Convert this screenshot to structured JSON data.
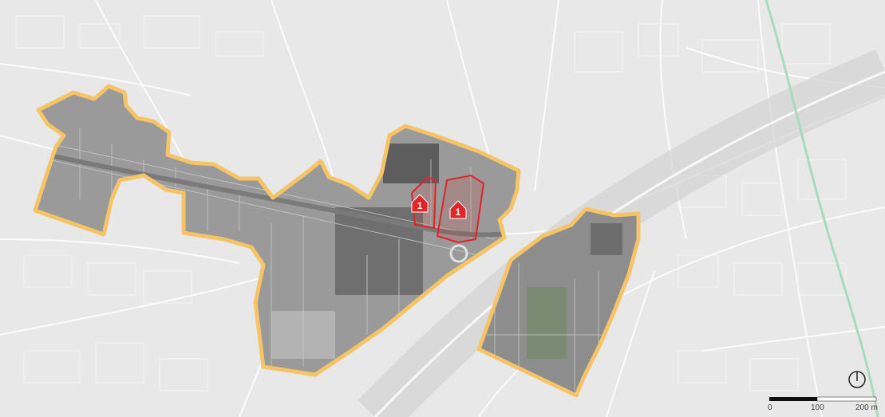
{
  "colors": {
    "background": "#e9e9e9",
    "street_line": "#ffffff",
    "block_fill": "#dcdcdc",
    "aerial_fill": "#8c8c8c",
    "aerial_dark": "#6f6f6f",
    "boundary": "#f6c466",
    "marker_fill": "#e0262b",
    "marker_outline": "#d9262b",
    "rail_green": "#a9d9bf",
    "scale_dark": "#111111",
    "scale_light": "#ffffff"
  },
  "markers": [
    {
      "id": "marker-1a",
      "label": "1"
    },
    {
      "id": "marker-1b",
      "label": "1"
    }
  ],
  "north_arrow": {
    "icon": "north-arrow-icon"
  },
  "scale_bar": {
    "labels": [
      "0",
      "100",
      "200 m"
    ]
  }
}
